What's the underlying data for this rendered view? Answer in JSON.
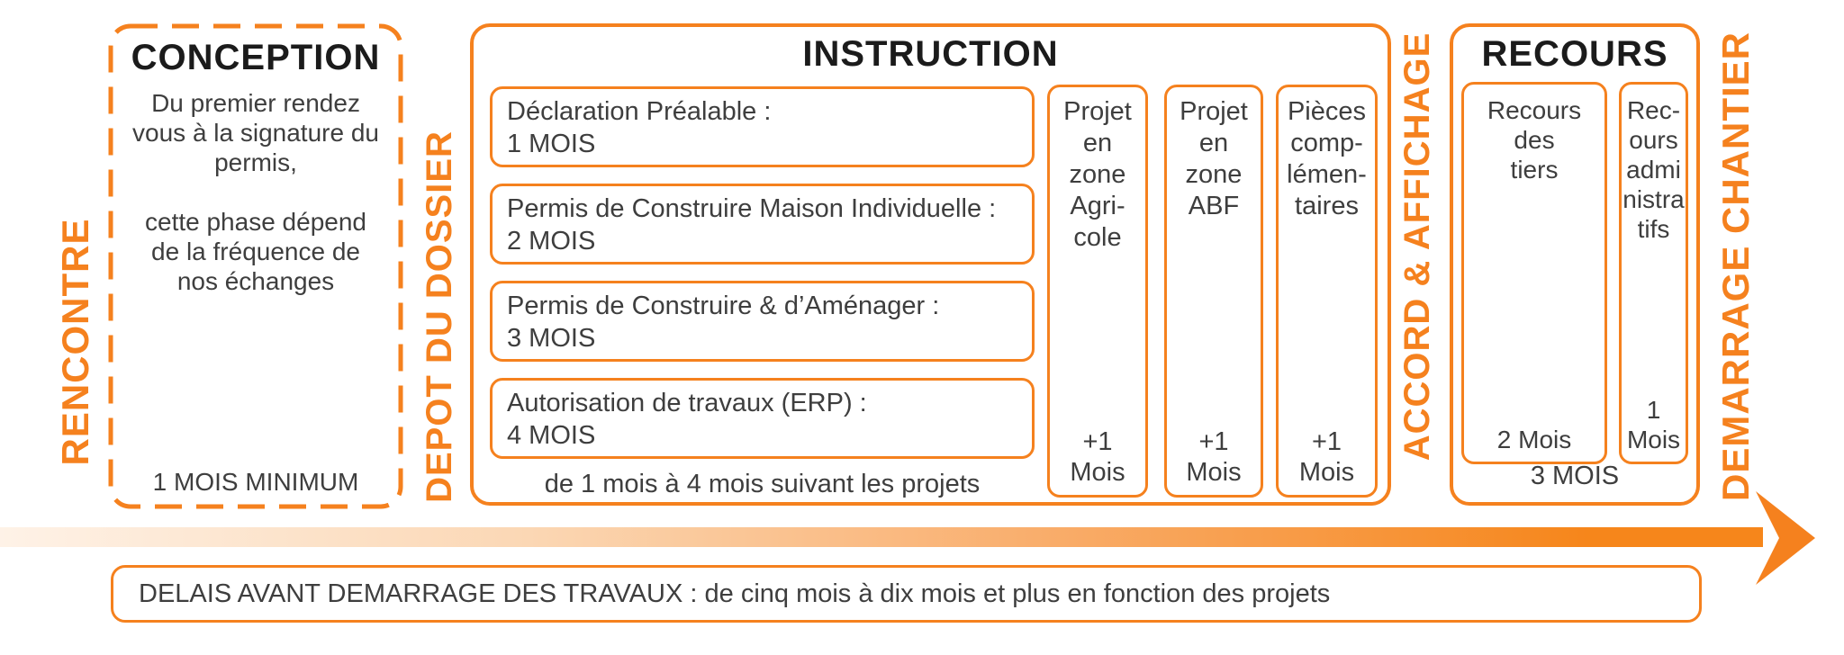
{
  "colors": {
    "accent_orange": "#F5811E",
    "arrow_gradient_start": "#FEF2E7",
    "title_text": "#1B1B1B",
    "body_text": "#3E3E3E"
  },
  "vertical_labels": {
    "rencontre": "RENCONTRE",
    "depot": "DEPOT DU DOSSIER",
    "accord": "ACCORD & AFFICHAGE",
    "demarrage": "DEMARRAGE CHANTIER"
  },
  "conception": {
    "title": "CONCEPTION",
    "body_lines": [
      "Du premier rendez",
      "vous à la signature du",
      "permis,",
      "",
      "cette phase dépend",
      "de la fréquence de",
      "nos échanges"
    ],
    "footer": "1 MOIS MINIMUM"
  },
  "instruction": {
    "title": "INSTRUCTION",
    "items": [
      {
        "label": "Déclaration Préalable :",
        "duration": "1 MOIS"
      },
      {
        "label": "Permis de Construire Maison Individuelle :",
        "duration": "2 MOIS"
      },
      {
        "label": "Permis de Construire & d’Aménager :",
        "duration": "3 MOIS"
      },
      {
        "label": "Autorisation de travaux (ERP) :",
        "duration": "4 MOIS"
      }
    ],
    "caption": "de 1 mois à 4 mois suivant les projets",
    "side_boxes": [
      {
        "lines": [
          "Projet",
          "en",
          "zone",
          "Agri-",
          "cole"
        ],
        "extra": [
          "+1",
          "Mois"
        ]
      },
      {
        "lines": [
          "Projet",
          "en",
          "zone",
          "ABF"
        ],
        "extra": [
          "+1",
          "Mois"
        ]
      },
      {
        "lines": [
          "Pièces",
          "comp-",
          "lémen-",
          "taires"
        ],
        "extra": [
          "+1",
          "Mois"
        ]
      }
    ]
  },
  "recours": {
    "title": "RECOURS",
    "boxes": [
      {
        "lines": [
          "Recours",
          "des",
          "tiers"
        ],
        "extra": [
          "2 Mois"
        ]
      },
      {
        "lines": [
          "Rec-",
          "ours",
          "admi",
          "nistra",
          "tifs"
        ],
        "extra": [
          "1",
          "Mois"
        ]
      }
    ],
    "caption": "3 MOIS"
  },
  "timeline_note": "DELAIS AVANT DEMARRAGE DES TRAVAUX : de cinq mois à dix mois et plus en fonction des projets"
}
